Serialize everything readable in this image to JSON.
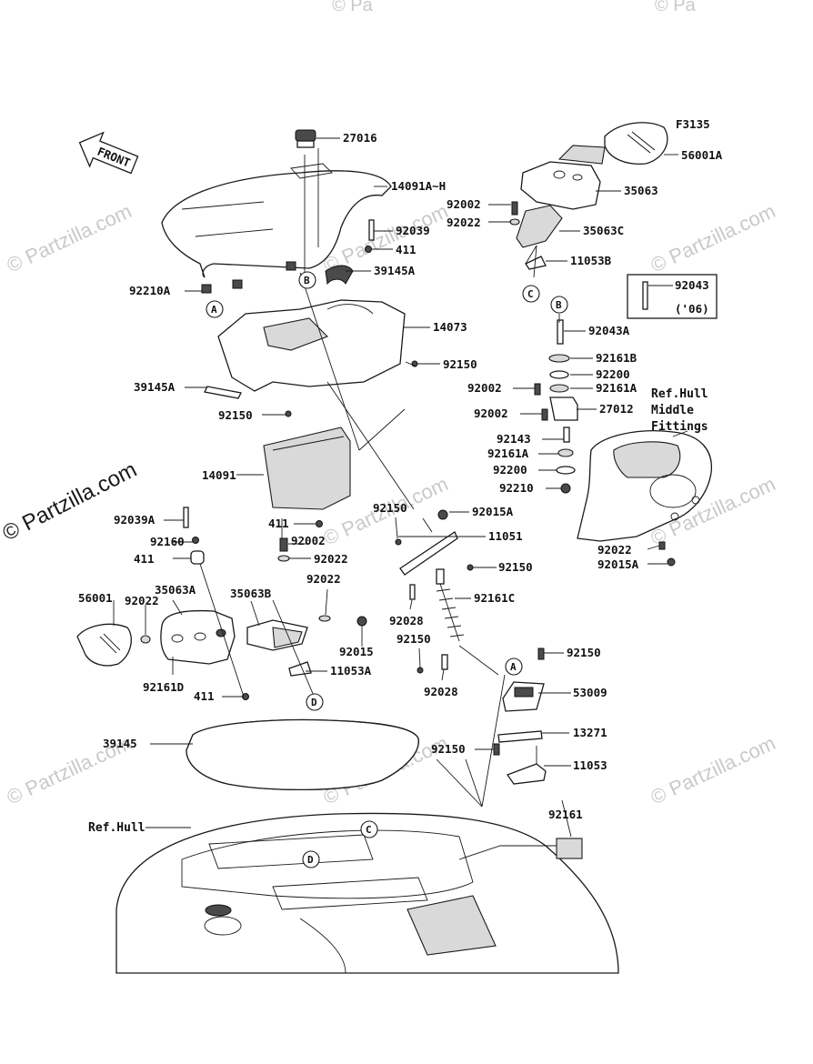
{
  "figure_code": "F3135",
  "front_label": "FRONT",
  "watermark": "© Partzilla.com",
  "watermark_short": "© Pa",
  "year_note": "('06)",
  "ref_hull": "Ref.Hull",
  "ref_hull_middle": [
    "Ref.Hull",
    "Middle",
    "Fittings"
  ],
  "circle_refs": [
    "A",
    "B",
    "C",
    "D"
  ],
  "labels": [
    "27016",
    "14091A~H",
    "92039",
    "411",
    "39145A",
    "92210A",
    "14073",
    "92150",
    "39145A",
    "92150",
    "14091",
    "92039A",
    "411",
    "92160",
    "411",
    "92002",
    "92022",
    "35063A",
    "56001",
    "92022",
    "35063B",
    "92022",
    "92015",
    "11053A",
    "92161D",
    "411",
    "92150",
    "92015A",
    "11051",
    "92150",
    "92161C",
    "92028",
    "92150",
    "92028",
    "56001A",
    "35063",
    "92002",
    "92022",
    "35063C",
    "11053B",
    "92043",
    "92043A",
    "92161B",
    "92200",
    "92161A",
    "92002",
    "27012",
    "92002",
    "92143",
    "92161A",
    "92200",
    "92210",
    "92022",
    "92015A",
    "92150",
    "53009",
    "13271",
    "92150",
    "11053",
    "39145",
    "92161"
  ]
}
